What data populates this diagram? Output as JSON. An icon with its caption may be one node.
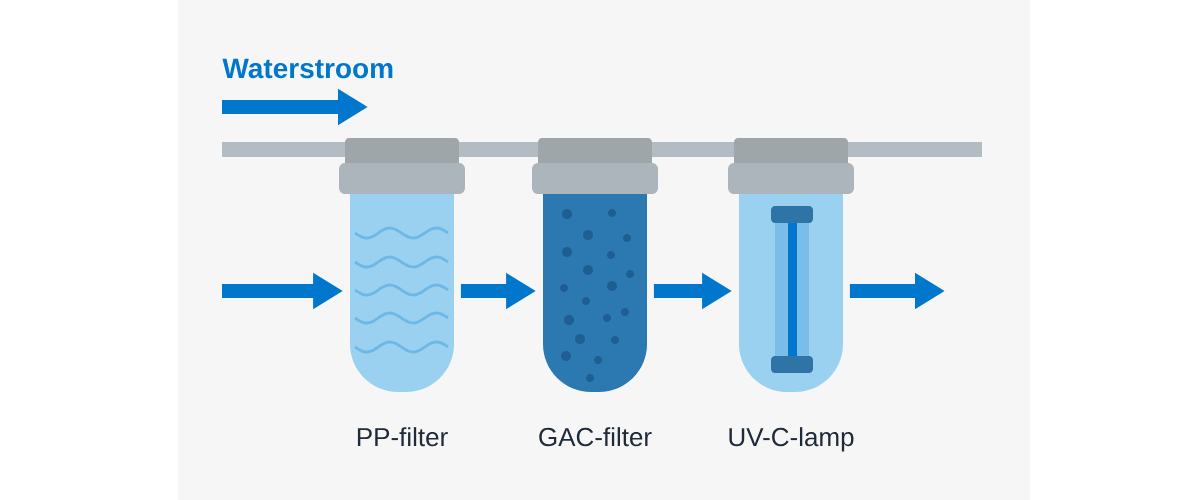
{
  "diagram": {
    "nodes": [
      {
        "text": [],
        "shape": "bar"
      },
      {
        "text": [
          "PP-filter"
        ]
      },
      {
        "text": [
          "GAC-filter"
        ]
      },
      {
        "text": [
          "UV-C-lamp"
        ]
      }
    ],
    "edges": [
      {
        "from": null,
        "to": 1,
        "arrow": "to"
      },
      {
        "from": 1,
        "to": 2,
        "arrow": "to"
      },
      {
        "from": 2,
        "to": 3,
        "arrow": "to"
      },
      {
        "from": 3,
        "to": null,
        "arrow": "to"
      }
    ],
    "labels": [
      "Waterstroom"
    ]
  }
}
